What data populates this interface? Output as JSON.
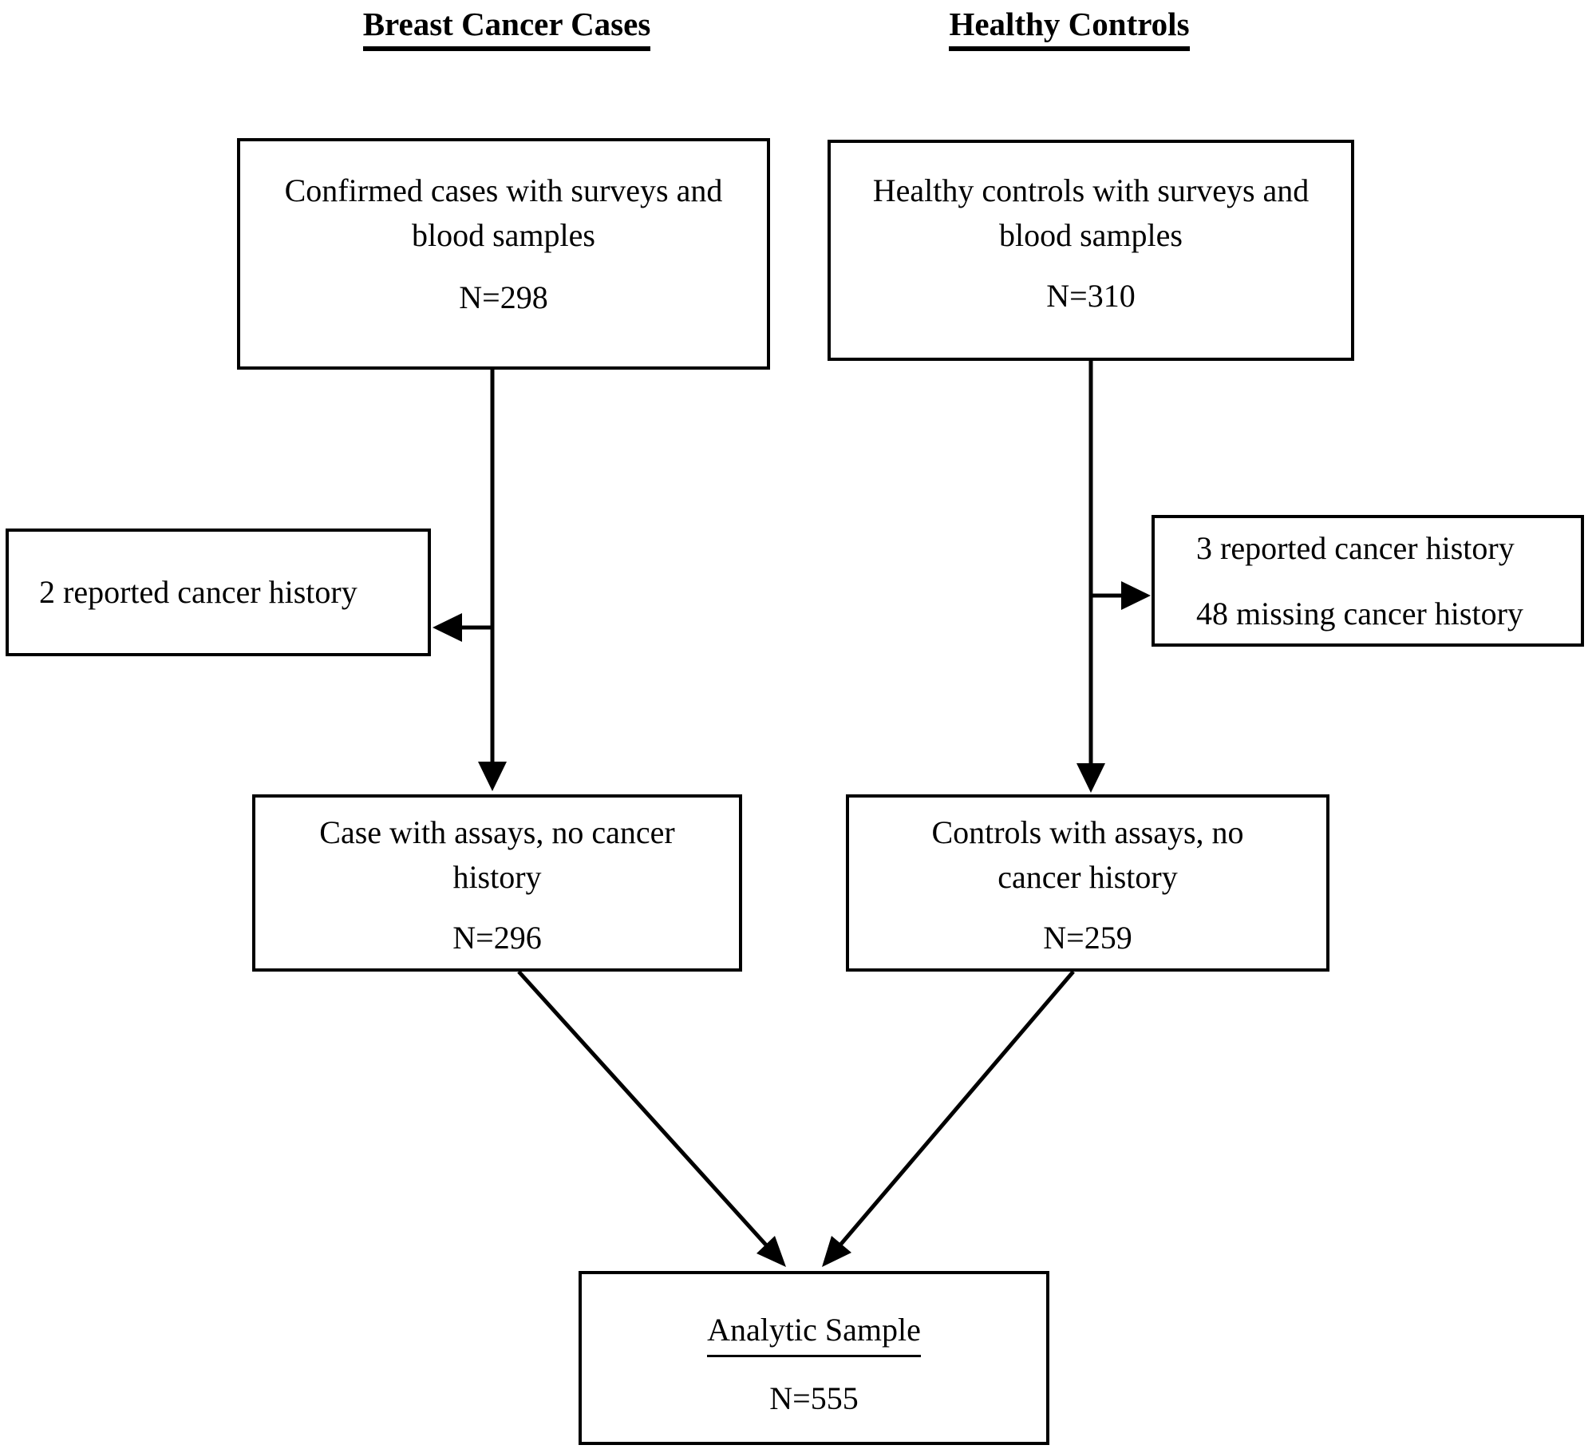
{
  "colors": {
    "ink": "#000000",
    "background": "#ffffff"
  },
  "headers": {
    "left": "Breast Cancer Cases",
    "right": "Healthy Controls"
  },
  "boxes": {
    "cases_initial": {
      "lines": [
        "Confirmed cases with surveys and",
        "blood samples"
      ],
      "n": "N=298"
    },
    "controls_initial": {
      "lines": [
        "Healthy controls with surveys and",
        "blood samples"
      ],
      "n": "N=310"
    },
    "cases_excluded": {
      "lines": [
        "2 reported cancer history"
      ]
    },
    "controls_excluded": {
      "lines": [
        "3 reported cancer history",
        "48 missing cancer history"
      ]
    },
    "cases_final": {
      "lines": [
        "Case with assays, no cancer",
        "history"
      ],
      "n": "N=296"
    },
    "controls_final": {
      "lines": [
        "Controls with assays, no",
        "cancer history"
      ],
      "n": "N=259"
    },
    "analytic": {
      "title": "Analytic Sample",
      "n": "N=555"
    }
  }
}
